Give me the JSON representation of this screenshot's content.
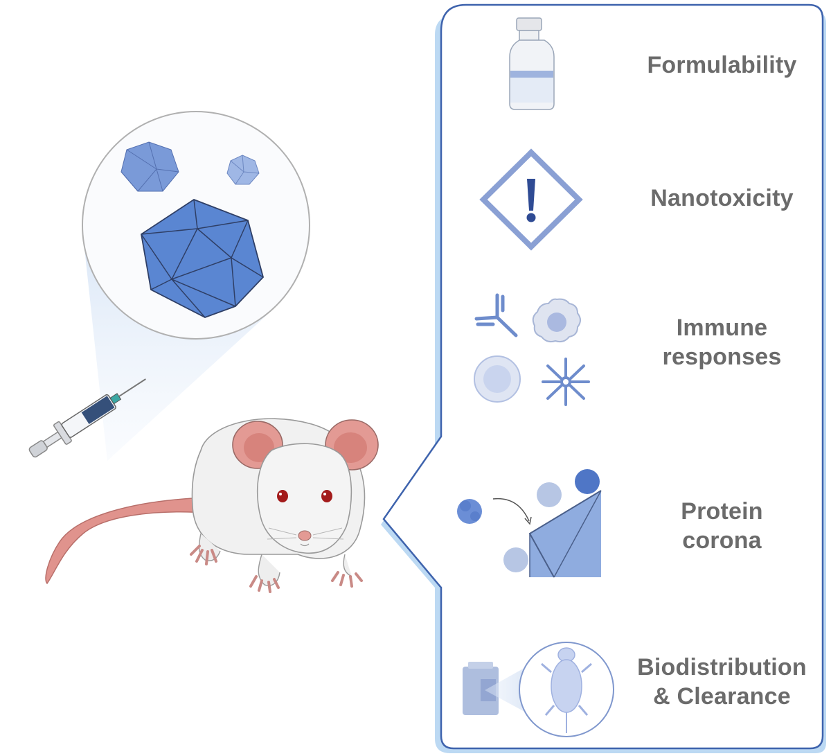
{
  "panel": {
    "items": [
      {
        "icon": "vial-icon",
        "lines": [
          "Formulability"
        ]
      },
      {
        "icon": "warning-icon",
        "lines": [
          "Nanotoxicity"
        ]
      },
      {
        "icon": "immune-cells-icon",
        "lines": [
          "Immune",
          "responses"
        ]
      },
      {
        "icon": "protein-corona-icon",
        "lines": [
          "Protein",
          "corona"
        ]
      },
      {
        "icon": "imaging-icon",
        "lines": [
          "Biodistribution",
          "& Clearance"
        ]
      }
    ]
  },
  "colors": {
    "panel_border": "#3e63ad",
    "panel_shadow": "#bcd9f3",
    "nanoparticle": "#4f7fd0",
    "label_text": "#6b6b6b",
    "mouse_body": "#f1f1f1",
    "mouse_ear": "#e39a94",
    "syringe_liquid": "#35507a"
  }
}
